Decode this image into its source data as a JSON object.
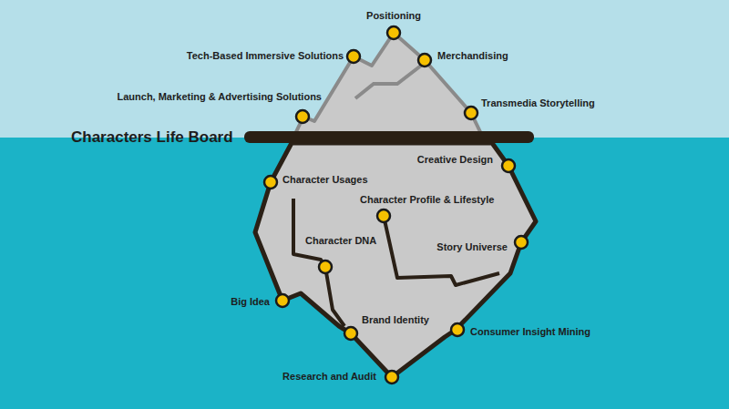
{
  "diagram": {
    "labels": [
      "Positioning",
      "Tech-Based Immersive Solutions",
      "Merchandising",
      "Launch, Marketing & Advertising Solutions",
      "Transmedia Storytelling",
      "Characters Life Board",
      "Creative Design",
      "Character Usages",
      "Character Profile & Lifestyle",
      "Story Universe",
      "Character DNA",
      "Big Idea",
      "Brand Identity",
      "Consumer Insight Mining",
      "Research and Audit"
    ]
  }
}
